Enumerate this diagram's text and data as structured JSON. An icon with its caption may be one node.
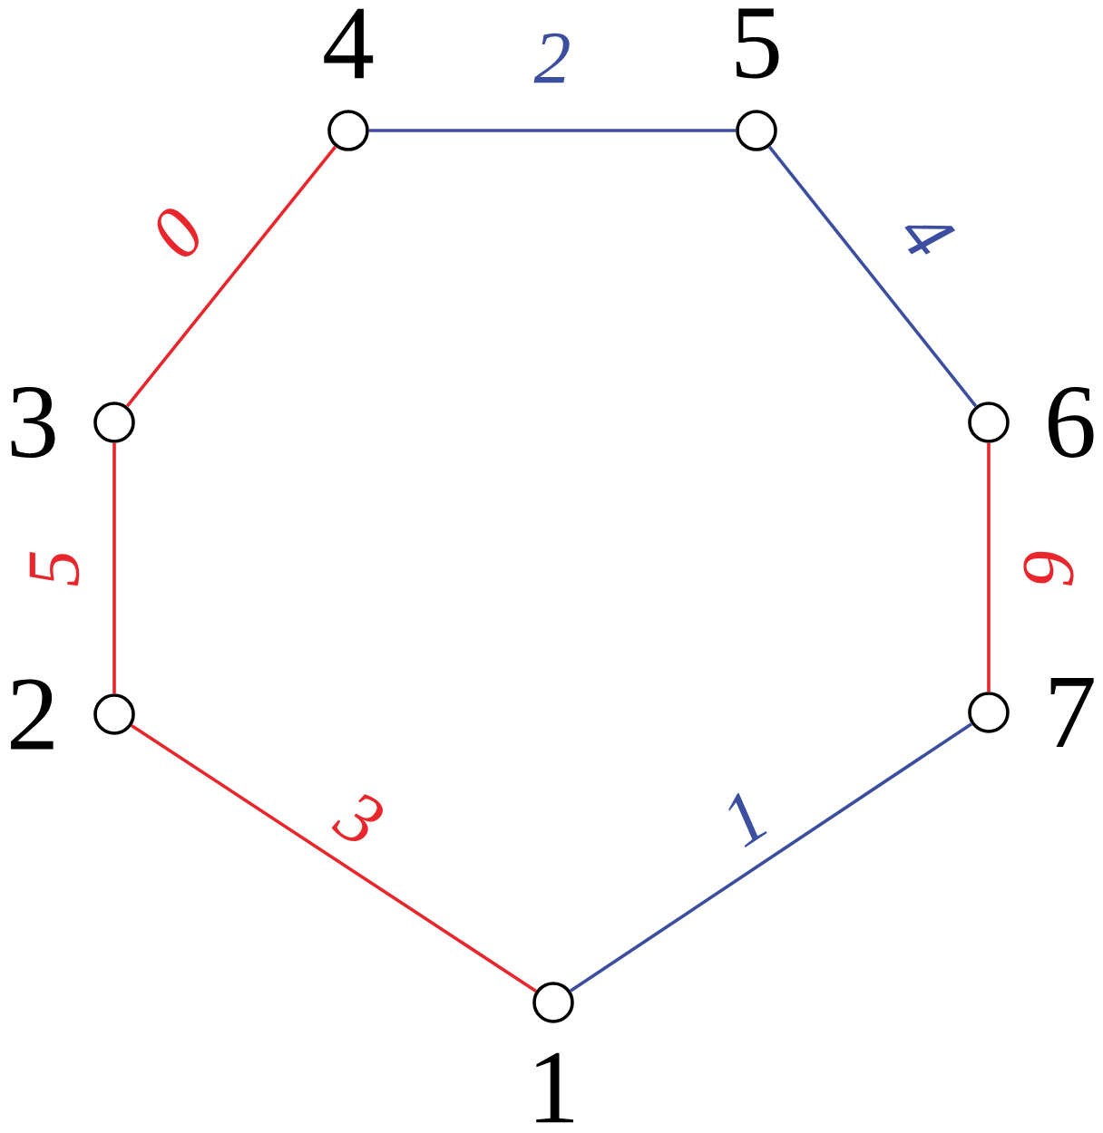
{
  "diagram": {
    "nodes": [
      {
        "text": [],
        "shape": "circle",
        "beside": [
          "1"
        ]
      },
      {
        "text": [],
        "shape": "circle",
        "beside": [
          "2"
        ]
      },
      {
        "text": [],
        "shape": "circle",
        "beside": [
          "3"
        ]
      },
      {
        "text": [],
        "shape": "circle",
        "beside": [
          "4"
        ]
      },
      {
        "text": [],
        "shape": "circle",
        "beside": [
          "5"
        ]
      },
      {
        "text": [],
        "shape": "circle",
        "beside": [
          "6"
        ]
      },
      {
        "text": [],
        "shape": "circle",
        "beside": [
          "7"
        ]
      }
    ],
    "edges": [
      {
        "from": 0,
        "to": 1,
        "arrow": "none",
        "label": "3",
        "color": "#e8262b"
      },
      {
        "from": 1,
        "to": 2,
        "arrow": "none",
        "label": "5",
        "color": "#e8262b"
      },
      {
        "from": 2,
        "to": 3,
        "arrow": "none",
        "label": "0",
        "color": "#e8262b"
      },
      {
        "from": 3,
        "to": 4,
        "arrow": "none",
        "label": "2",
        "color": "#3b4ea0"
      },
      {
        "from": 4,
        "to": 5,
        "arrow": "none",
        "label": "4",
        "color": "#3b4ea0"
      },
      {
        "from": 5,
        "to": 6,
        "arrow": "none",
        "label": "6",
        "color": "#e8262b"
      },
      {
        "from": 6,
        "to": 0,
        "arrow": "none",
        "label": "1",
        "color": "#3b4ea0"
      }
    ]
  }
}
